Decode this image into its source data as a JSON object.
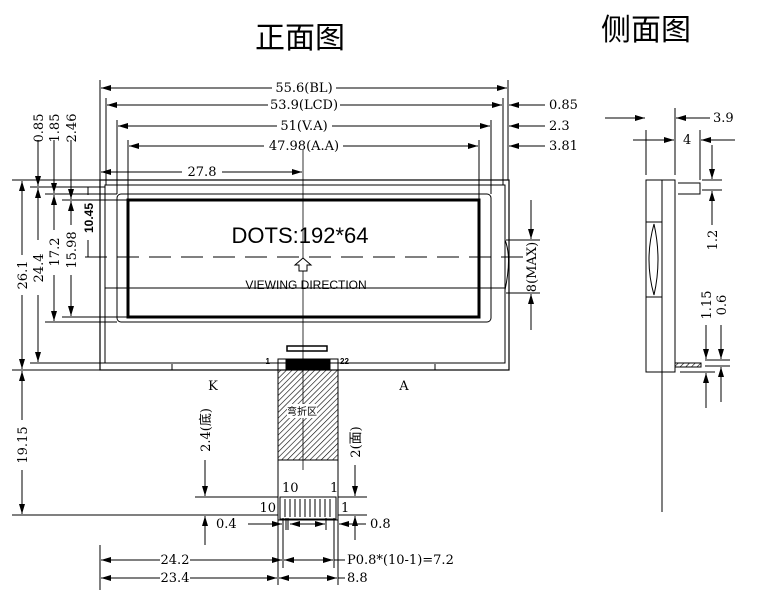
{
  "titles": {
    "front": "正面图",
    "side": "侧面图"
  },
  "display": {
    "dots": "DOTS:192*64",
    "viewing": "VIEWING DIRECTION",
    "pin_first": "1",
    "pin_last": "22",
    "bend_zone": "弯折区",
    "left_pad": "K",
    "right_pad": "A"
  },
  "top_dims": {
    "bl": "55.6(BL)",
    "lcd": "53.9(LCD)",
    "va": "51(V.A)",
    "aa": "47.98(A.A)",
    "center": "27.8",
    "r1": "0.85",
    "r2": "2.3",
    "r3": "3.81"
  },
  "left_dims": {
    "d1": "0.85",
    "d2": "1.85",
    "d3": "2.46",
    "h_bl": "26.1",
    "h_lcd": "24.4",
    "h_va": "17.2",
    "h_aa": "15.98",
    "center": "10.45",
    "tail": "19.15"
  },
  "right_dims": {
    "max": "8(MAX)"
  },
  "fpc": {
    "bottom_thk": "2.4(底)",
    "top_thk": "2(面)",
    "pin10_small": "10",
    "pin1_small": "1",
    "pin10": "10",
    "pin1": "1",
    "w04": "0.4",
    "w08": "0.8",
    "off242": "24.2",
    "pitch": "P0.8*(10-1)=7.2",
    "off234": "23.4",
    "w88": "8.8"
  },
  "side_dims": {
    "t1": "3.9",
    "t2": "4",
    "tab": "1.2",
    "f1": "1.15",
    "f2": "0.6"
  }
}
